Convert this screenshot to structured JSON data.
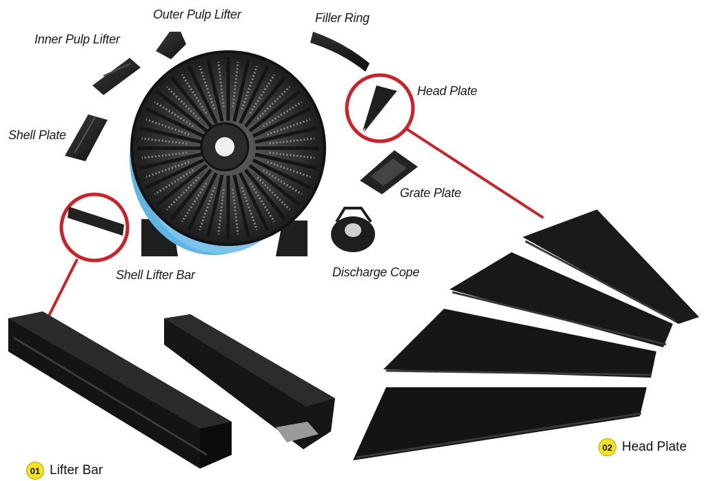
{
  "labels": {
    "outer_pulp_lifter": "Outer Pulp Lifter",
    "inner_pulp_lifter": "Inner Pulp Lifter",
    "filler_ring": "Filler Ring",
    "head_plate": "Head Plate",
    "shell_plate": "Shell Plate",
    "grate_plate": "Grate Plate",
    "shell_lifter_bar": "Shell Lifter Bar",
    "discharge_cope": "Discharge Cope"
  },
  "badges": {
    "lifter_bar": {
      "number": "01",
      "label": "Lifter Bar"
    },
    "head_plate": {
      "number": "02",
      "label": "Head Plate"
    }
  },
  "colors": {
    "callout_red": "#d21f26",
    "badge_yellow": "#f4e21a",
    "rubber_dark": "#1c1c1c",
    "shell_blue": "#5fb6e3"
  }
}
